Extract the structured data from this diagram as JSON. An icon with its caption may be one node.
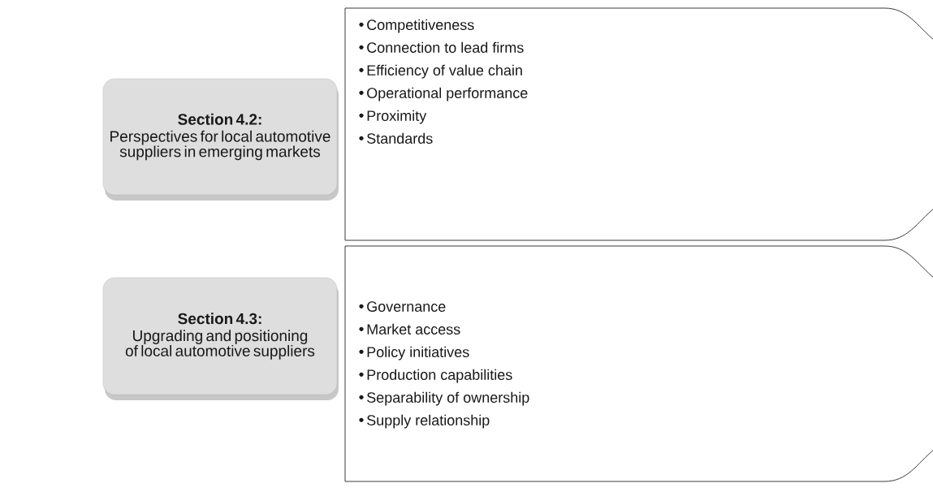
{
  "diagram": {
    "nodes": [
      {
        "text": [
          "Section 4.2:",
          "Perspectives for local automotive suppliers in emerging markets"
        ]
      },
      {
        "text": [
          "Competitiveness",
          "Connection to lead firms",
          "Efficiency of value chain",
          "Operational performance",
          "Proximity",
          "Standards"
        ]
      },
      {
        "text": [
          "Section 4.3:",
          "Upgrading and positioning of local automotive suppliers"
        ]
      },
      {
        "text": [
          "Governance",
          "Market access",
          "Policy initiatives",
          "Production capabilities",
          "Separability of ownership",
          "Supply relationship"
        ]
      }
    ]
  }
}
